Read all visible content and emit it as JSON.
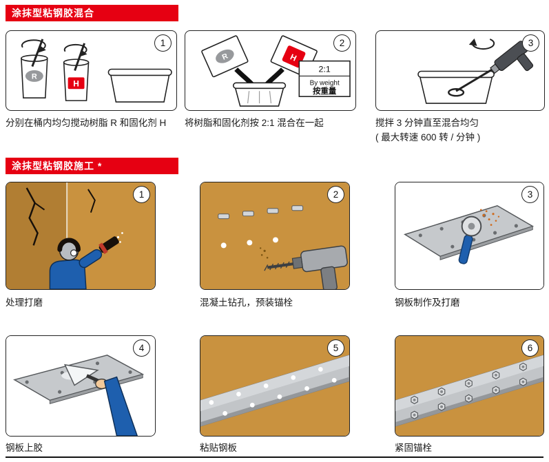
{
  "colors": {
    "banner_red": "#e60012",
    "wall_tan": "#c9923f",
    "wall_tan_dark": "#b17e33",
    "steel_gray": "#c2c5c8",
    "worker_blue": "#1e5fae"
  },
  "sections": [
    {
      "title": "涂抹型粘钢胶混合",
      "steps": [
        {
          "num": "1",
          "caption": "分别在桶内均匀搅动树脂 R 和固化剂 H"
        },
        {
          "num": "2",
          "caption": "将树脂和固化剂按 2:1 混合在一起"
        },
        {
          "num": "3",
          "caption": "搅拌 3 分钟直至混合均匀",
          "caption_line2": "( 最大转速 600 转 / 分钟 )"
        }
      ]
    },
    {
      "title": "涂抹型粘钢胶施工 *",
      "steps": [
        {
          "num": "1",
          "caption": "处理打磨"
        },
        {
          "num": "2",
          "caption": "混凝土钻孔，预装锚栓"
        },
        {
          "num": "3",
          "caption": "钢板制作及打磨"
        },
        {
          "num": "4",
          "caption": "钢板上胶"
        },
        {
          "num": "5",
          "caption": "粘贴钢板"
        },
        {
          "num": "6",
          "caption": "紧固锚栓"
        }
      ]
    }
  ],
  "labels": {
    "resin": "R",
    "hardener": "H",
    "mix_ratio": "2:1",
    "by_weight_en": "By weight",
    "by_weight_zh": "按重量"
  }
}
